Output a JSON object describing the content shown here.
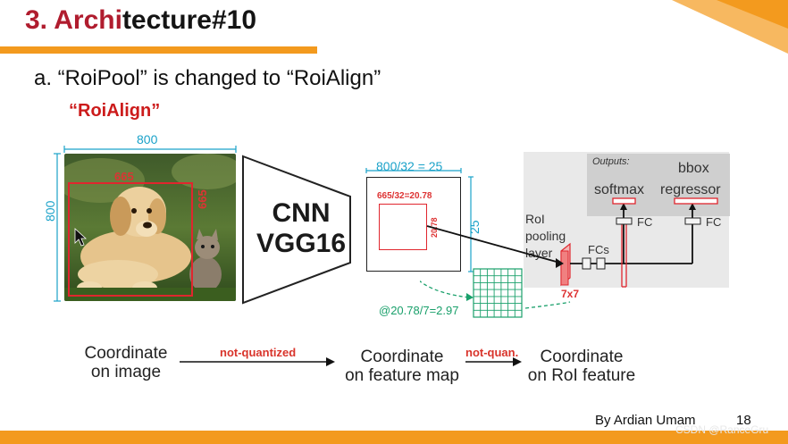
{
  "slide": {
    "title_part1": "3. Archi",
    "title_part2": "tecture#10",
    "subtitle": "a.  “RoiPool” is changed to “RoiAlign”",
    "subtitle2": "“RoiAlign”",
    "author": "By Ardian Umam",
    "page_number": "18",
    "watermark": "CSDN @RanceGru"
  },
  "image_block": {
    "width_label": "800",
    "height_label": "800",
    "roi_width_label": "665",
    "roi_height_label": "665"
  },
  "cnn": {
    "line1": "CNN",
    "line2": "VGG16"
  },
  "feature_map": {
    "scale_label": "800/32 = 25",
    "side_label": "25",
    "roi_width_label": "665/32=20.78",
    "roi_height_label": "20.78",
    "bin_label": "@20.78/7=2.97"
  },
  "head": {
    "outputs_label": "Outputs:",
    "softmax_label": "softmax",
    "bbox_label": "bbox",
    "regressor_label": "regressor",
    "fc_label_1": "FC",
    "fc_label_2": "FC",
    "fcs_label": "FCs",
    "roi_line1": "RoI",
    "roi_line2": "pooling",
    "roi_line3": "layer",
    "size_label": "7x7"
  },
  "flow": {
    "coord1_line1": "Coordinate",
    "coord1_line2": "on image",
    "arrow1_label": "not-quantized",
    "coord2_line1": "Coordinate",
    "coord2_line2": "on feature map",
    "arrow2_label": "not-quan.",
    "coord3_line1": "Coordinate",
    "coord3_line2": "on RoI feature"
  },
  "colors": {
    "accent_orange": "#f39a1e",
    "title_red": "#b01c2e",
    "highlight_red": "#cc1b1b",
    "cyan": "#1aa2c9",
    "green_grid": "#1aa06b"
  }
}
